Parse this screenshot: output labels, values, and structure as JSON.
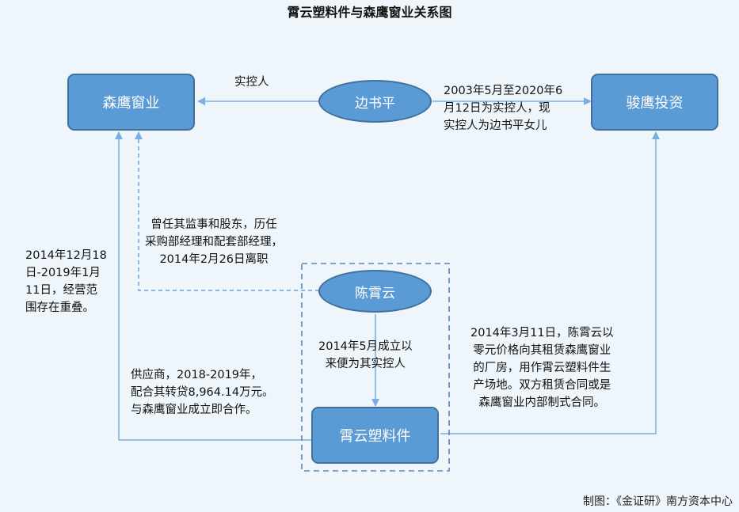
{
  "title": "霄云塑料件与森鹰窗业关系图",
  "nodes": {
    "senying": "森鹰窗业",
    "bian": "边书平",
    "junying": "骏鹰投资",
    "chen": "陈霄云",
    "xiaoyun": "霄云塑料件"
  },
  "edges": {
    "bian_to_senying": "实控人",
    "bian_to_junying": [
      "2003年5月至2020年6",
      "月12日为实控人，现",
      "实控人为边书平女儿"
    ],
    "chen_to_senying": [
      "曾任其监事和股东，历任",
      "采购部经理和配套部经理，",
      "2014年2月26日离职"
    ],
    "chen_to_xiaoyun": [
      "2014年5月成立以",
      "来便为其实控人"
    ],
    "xiaoyun_to_senying_overlap": [
      "2014年12月18",
      "日-2019年1月",
      "11日，经营范",
      "围存在重叠。"
    ],
    "xiaoyun_to_senying_supply": [
      "供应商，2018-2019年，",
      "配合其转贷8,964.14万元。",
      "与森鹰窗业成立即合作。"
    ],
    "xiaoyun_to_junying": [
      "2014年3月11日，陈霄云以",
      "零元价格向其租赁森鹰窗业",
      "的厂房，用作霄云塑料件生",
      "产场地。双方租赁合同或是",
      "森鹰窗业内部制式合同。"
    ]
  },
  "credit": "制图：《金证研》南方资本中心",
  "colors": {
    "node_fill": "#5b9bd5",
    "node_border": "#41719c",
    "line": "#7aaee0",
    "dashed": "#6e9fd3",
    "background": "#eef6fc"
  }
}
